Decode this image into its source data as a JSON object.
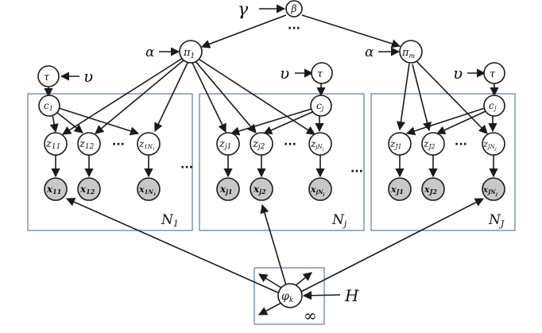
{
  "symbols": {
    "gamma": "γ",
    "beta": "β",
    "alpha": "α",
    "pi": "π",
    "tau": "τ",
    "upsilon": "υ",
    "c": "c",
    "z": "z",
    "x": "x",
    "phi": "φ",
    "H": "H",
    "N": "N",
    "infinity": "∞",
    "ellipsis": "···"
  },
  "subscripts": {
    "pi_first": "1",
    "pi_last": "m",
    "g1": "1",
    "gj": "j",
    "gJ": "J",
    "z11": "11",
    "z12": "12",
    "z1N": "1N",
    "z1N_small": "1",
    "zj1": "j1",
    "zj2": "j2",
    "zjN": "jN",
    "zjN_small": "j",
    "zJ1": "J1",
    "zJ2": "J2",
    "zJN": "JN",
    "zJN_small": "J",
    "N1": "1",
    "Nj": "j",
    "NJ": "J",
    "phi": "k"
  }
}
